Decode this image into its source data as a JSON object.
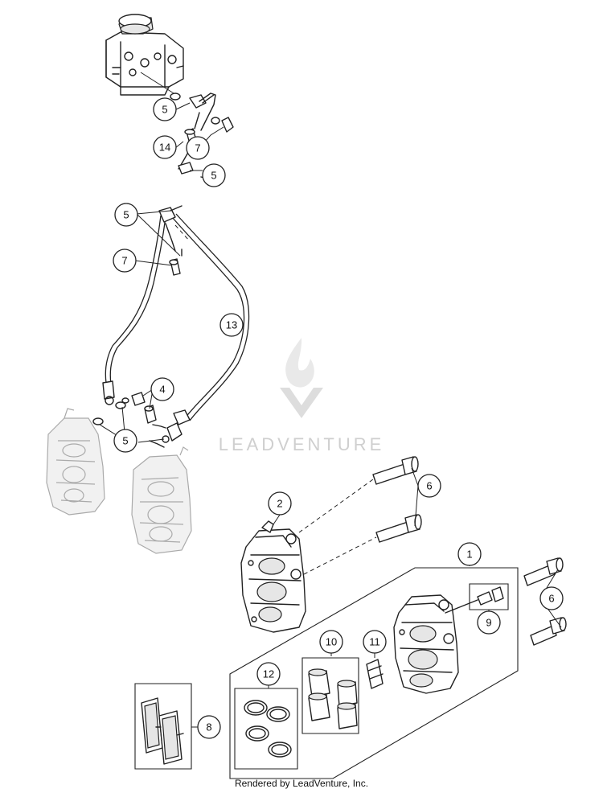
{
  "watermark": {
    "brand": "LEADVENTURE"
  },
  "footer": {
    "text": "Rendered by LeadVenture, Inc."
  },
  "callouts": [
    {
      "id": "c1",
      "label": "5"
    },
    {
      "id": "c2",
      "label": "14"
    },
    {
      "id": "c3",
      "label": "7"
    },
    {
      "id": "c4",
      "label": "5"
    },
    {
      "id": "c5",
      "label": "5"
    },
    {
      "id": "c6",
      "label": "7"
    },
    {
      "id": "c7",
      "label": "13"
    },
    {
      "id": "c8",
      "label": "4"
    },
    {
      "id": "c9",
      "label": "5"
    },
    {
      "id": "c10",
      "label": "6"
    },
    {
      "id": "c11",
      "label": "2"
    },
    {
      "id": "c12",
      "label": "1"
    },
    {
      "id": "c13",
      "label": "6"
    },
    {
      "id": "c14",
      "label": "9"
    },
    {
      "id": "c15",
      "label": "10"
    },
    {
      "id": "c16",
      "label": "11"
    },
    {
      "id": "c17",
      "label": "12"
    },
    {
      "id": "c18",
      "label": "8"
    }
  ]
}
